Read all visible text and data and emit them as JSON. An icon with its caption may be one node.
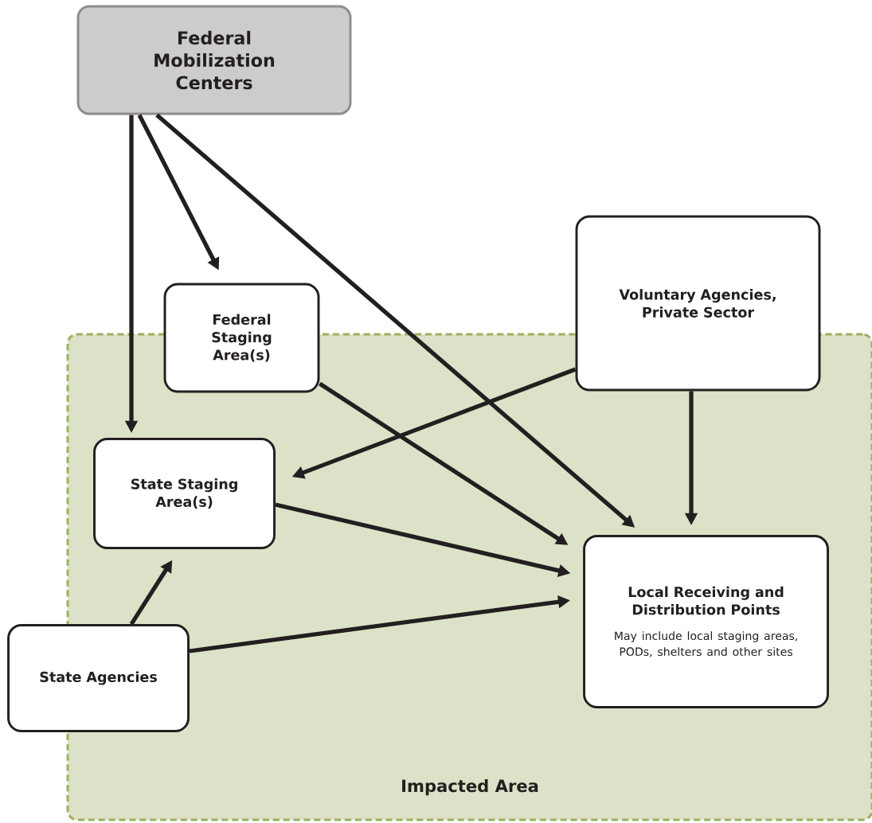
{
  "diagram": {
    "nodes": [
      {
        "text": [
          "Federal Mobilization Centers"
        ]
      },
      {
        "text": [
          "Federal Staging Area(s)"
        ]
      },
      {
        "text": [
          "Voluntary Agencies, Private Sector"
        ]
      },
      {
        "text": [
          "Impacted Area"
        ]
      },
      {
        "text": [
          "State Staging Area(s)"
        ],
        "in": 3
      },
      {
        "text": [
          "Local Receiving and Distribution Points",
          "May include local staging areas, PODs, shelters and other sites"
        ],
        "in": 3
      },
      {
        "text": [
          "State Agencies"
        ],
        "in": 3
      }
    ],
    "edges": [
      {
        "from": 0,
        "to": 1,
        "arrow": "to"
      },
      {
        "from": 0,
        "to": 4,
        "arrow": "to"
      },
      {
        "from": 0,
        "to": 5,
        "arrow": "to"
      },
      {
        "from": 1,
        "to": 5,
        "arrow": "to"
      },
      {
        "from": 2,
        "to": 4,
        "arrow": "to"
      },
      {
        "from": 2,
        "to": 5,
        "arrow": "to"
      },
      {
        "from": 4,
        "to": 5,
        "arrow": "to"
      },
      {
        "from": 6,
        "to": 4,
        "arrow": "to"
      },
      {
        "from": 6,
        "to": 5,
        "arrow": "to"
      }
    ]
  }
}
